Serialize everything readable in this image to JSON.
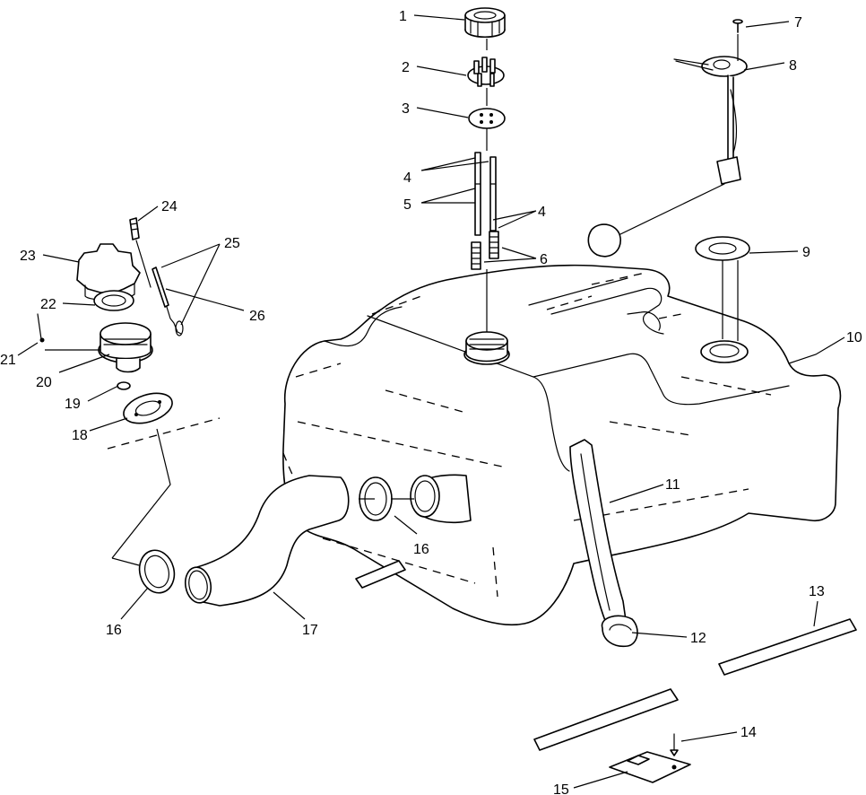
{
  "callouts": [
    {
      "id": "c1",
      "text": "1"
    },
    {
      "id": "c2",
      "text": "2"
    },
    {
      "id": "c3",
      "text": "3"
    },
    {
      "id": "c4a",
      "text": "4"
    },
    {
      "id": "c4b",
      "text": "4"
    },
    {
      "id": "c5",
      "text": "5"
    },
    {
      "id": "c6",
      "text": "6"
    },
    {
      "id": "c7",
      "text": "7"
    },
    {
      "id": "c8",
      "text": "8"
    },
    {
      "id": "c9",
      "text": "9"
    },
    {
      "id": "c10",
      "text": "10"
    },
    {
      "id": "c11",
      "text": "11"
    },
    {
      "id": "c12",
      "text": "12"
    },
    {
      "id": "c13",
      "text": "13"
    },
    {
      "id": "c14",
      "text": "14"
    },
    {
      "id": "c15",
      "text": "15"
    },
    {
      "id": "c16a",
      "text": "16"
    },
    {
      "id": "c16b",
      "text": "16"
    },
    {
      "id": "c17",
      "text": "17"
    },
    {
      "id": "c18",
      "text": "18"
    },
    {
      "id": "c19",
      "text": "19"
    },
    {
      "id": "c20",
      "text": "20"
    },
    {
      "id": "c21",
      "text": "21"
    },
    {
      "id": "c22",
      "text": "22"
    },
    {
      "id": "c23",
      "text": "23"
    },
    {
      "id": "c24",
      "text": "24"
    },
    {
      "id": "c25",
      "text": "25"
    },
    {
      "id": "c26",
      "text": "26"
    }
  ]
}
